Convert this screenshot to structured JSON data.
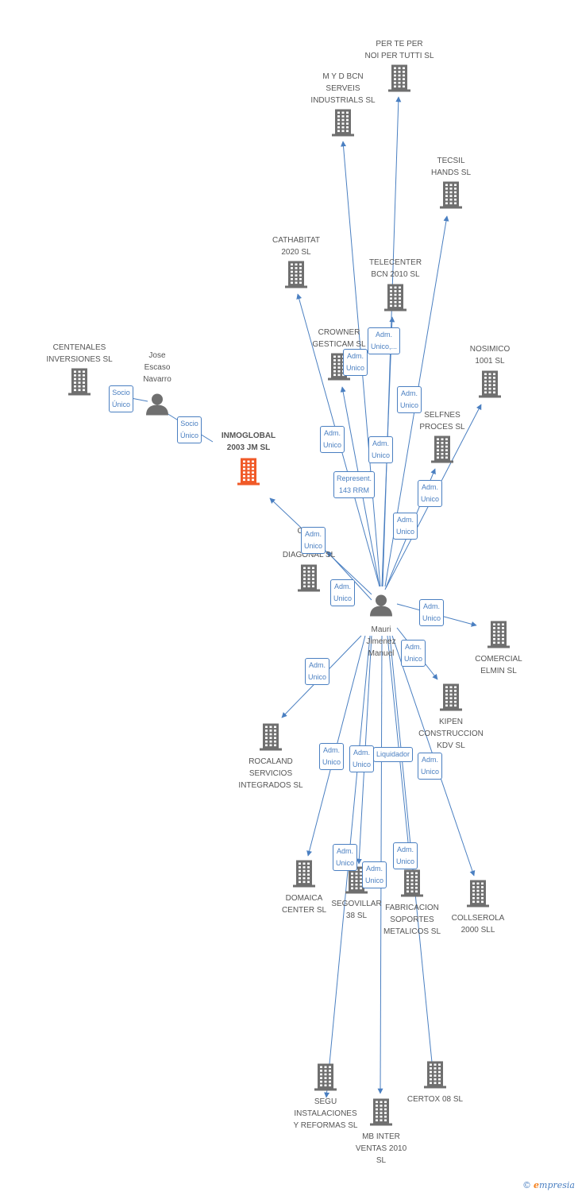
{
  "colors": {
    "edge": "#4a7fc1",
    "building": "#6f6f6f",
    "focus_building": "#f05a28",
    "person": "#6f6f6f"
  },
  "nodes": [
    {
      "id": "per_te_per",
      "type": "company",
      "label": "PER TE PER\nNOI PER TUTTI SL"
    },
    {
      "id": "myd",
      "type": "company",
      "label": "M Y D BCN\nSERVEIS\nINDUSTRIALS SL"
    },
    {
      "id": "tecsil",
      "type": "company",
      "label": "TECSIL\nHANDS SL"
    },
    {
      "id": "cathabitat",
      "type": "company",
      "label": "CATHABITAT\n2020 SL"
    },
    {
      "id": "telecenter",
      "type": "company",
      "label": "TELECENTER\nBCN 2010 SL"
    },
    {
      "id": "crowner",
      "type": "company",
      "label": "CROWNER\nGESTICAM SL"
    },
    {
      "id": "nosimico",
      "type": "company",
      "label": "NOSIMICO\n1001 SL"
    },
    {
      "id": "centenales",
      "type": "company",
      "label": "CENTENALES\nINVERSIONES SL"
    },
    {
      "id": "jose",
      "type": "person",
      "label": "Jose\nEscaso\nNavarro"
    },
    {
      "id": "selfnes",
      "type": "company",
      "label": "SELFNES\nPROCES SL"
    },
    {
      "id": "inmoglobal",
      "type": "focus",
      "label": "INMOGLOBAL\n2003 JM SL"
    },
    {
      "id": "cons",
      "type": "company",
      "label": "CONS\n \nDIAGONAL SL"
    },
    {
      "id": "mauri",
      "type": "person",
      "label": "Mauri\nJimenez\nManuel"
    },
    {
      "id": "comercial",
      "type": "company",
      "label": "COMERCIAL\nELMIN SL"
    },
    {
      "id": "kipen",
      "type": "company",
      "label": "KIPEN\nCONSTRUCCION\nKDV SL"
    },
    {
      "id": "rocaland",
      "type": "company",
      "label": "ROCALAND\nSERVICIOS\nINTEGRADOS SL"
    },
    {
      "id": "domaica",
      "type": "company",
      "label": "DOMAICA\nCENTER SL"
    },
    {
      "id": "segovillar",
      "type": "company",
      "label": "SEGOVILLAR\n38 SL"
    },
    {
      "id": "fabricacion",
      "type": "company",
      "label": "FABRICACION\nSOPORTES\nMETALICOS SL"
    },
    {
      "id": "collserola",
      "type": "company",
      "label": "COLLSEROLA\n2000 SLL"
    },
    {
      "id": "segu",
      "type": "company",
      "label": "SEGU\nINSTALACIONES\nY REFORMAS SL"
    },
    {
      "id": "certox",
      "type": "company",
      "label": "CERTOX 08 SL"
    },
    {
      "id": "mbinter",
      "type": "company",
      "label": "MB INTER\nVENTAS 2010\nSL"
    }
  ],
  "edges": [
    {
      "from": "jose",
      "to": "centenales",
      "label": "Socio\nÚnico"
    },
    {
      "from": "jose",
      "to": "inmoglobal",
      "label": "Socio\nÚnico"
    },
    {
      "from": "mauri",
      "to": "per_te_per",
      "label": "Adm.\nUnico,..."
    },
    {
      "from": "mauri",
      "to": "myd",
      "label": "Adm.\nUnico"
    },
    {
      "from": "mauri",
      "to": "tecsil",
      "label": "Adm.\nUnico"
    },
    {
      "from": "mauri",
      "to": "cathabitat",
      "label": "Adm.\nUnico"
    },
    {
      "from": "mauri",
      "to": "telecenter",
      "label": "Adm.\nUnico"
    },
    {
      "from": "mauri",
      "to": "crowner",
      "label": "Represent.\n143 RRM"
    },
    {
      "from": "mauri",
      "to": "nosimico",
      "label": "Adm.\nUnico"
    },
    {
      "from": "mauri",
      "to": "selfnes",
      "label": "Adm.\nUnico"
    },
    {
      "from": "mauri",
      "to": "inmoglobal",
      "label": "Adm.\nUnico"
    },
    {
      "from": "mauri",
      "to": "cons",
      "label": "Adm.\nUnico"
    },
    {
      "from": "mauri",
      "to": "comercial",
      "label": "Adm.\nUnico"
    },
    {
      "from": "mauri",
      "to": "kipen",
      "label": "Adm.\nUnico"
    },
    {
      "from": "mauri",
      "to": "rocaland",
      "label": "Adm.\nUnico"
    },
    {
      "from": "mauri",
      "to": "domaica",
      "label": "Adm.\nUnico"
    },
    {
      "from": "mauri",
      "to": "segovillar",
      "label": "Adm.\nUnico"
    },
    {
      "from": "mauri",
      "to": "fabricacion",
      "label": "Liquidador"
    },
    {
      "from": "mauri",
      "to": "collserola",
      "label": "Adm.\nUnico"
    },
    {
      "from": "mauri",
      "to": "segu",
      "label": "Adm.\nUnico"
    },
    {
      "from": "mauri",
      "to": "certox",
      "label": "Adm.\nUnico"
    },
    {
      "from": "mauri",
      "to": "mbinter",
      "label": "Adm.\nUnico"
    }
  ],
  "footer": {
    "copyright": "©",
    "brand_initial": "e",
    "brand_rest": "mpresia"
  }
}
